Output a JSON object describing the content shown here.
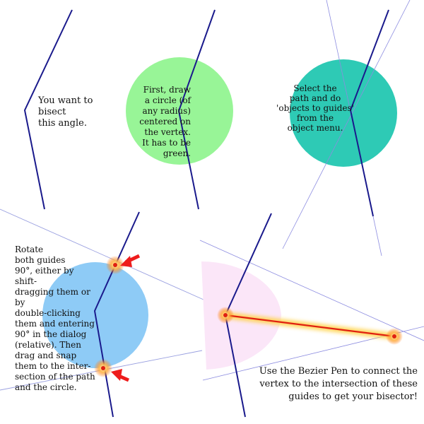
{
  "panels": {
    "panel_1": {
      "caption": "You want to\nbisect\nthis angle."
    },
    "panel_2": {
      "caption": "First, draw\na circle (of\nany radius)\ncentered on\nthe vertex.\nIt has to be\ngreen."
    },
    "panel_3": {
      "caption": "Select the\npath and do\n'objects to guides'\nfrom the\nobject menu."
    },
    "panel_4": {
      "caption": "Rotate\nboth guides\n90°, either by shift-\ndragging them or by\ndouble-clicking\nthem and entering\n90° in the dialog\n(relative). Then\ndrag and snap\nthem to the inter-\nsection of the path\nand the circle."
    },
    "panel_5": {
      "caption": "Use the Bezier Pen to connect the\nvertex to the intersection of these\nguides to get your bisector!"
    }
  },
  "colors": {
    "angle_path": "#1a1a8c",
    "guide_line": "#8c8ce0",
    "panel_divider": "#9aa0e0",
    "circle_green": "#98f597",
    "circle_teal": "#2ecab5",
    "circle_blue": "#8ecbf6",
    "semicircle_pink": "#fbe6f8",
    "bisector_red": "#e02010",
    "highlight_glow": "#ffd24a",
    "arrow_red": "#ee1c1c"
  }
}
